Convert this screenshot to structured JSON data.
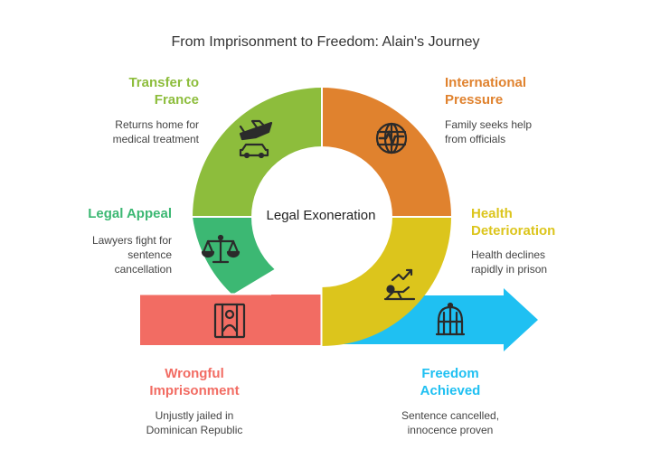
{
  "title": "From Imprisonment to Freedom: Alain's Journey",
  "center_label": "Legal Exoneration",
  "stages": {
    "transfer": {
      "title": "Transfer to France",
      "title_l1": "Transfer to",
      "title_l2": "France",
      "desc_l1": "Returns home for",
      "desc_l2": "medical treatment",
      "color": "#8dbd3c",
      "icon": "airplane-car-icon"
    },
    "pressure": {
      "title": "International Pressure",
      "title_l1": "International",
      "title_l2": "Pressure",
      "desc_l1": "Family seeks help",
      "desc_l2": "from officials",
      "color": "#e0822e",
      "icon": "globe-icon"
    },
    "appeal": {
      "title": "Legal Appeal",
      "desc_l1": "Lawyers fight for",
      "desc_l2": "sentence",
      "desc_l3": "cancellation",
      "color": "#3cb873",
      "icon": "scales-icon"
    },
    "health": {
      "title": "Health Deterioration",
      "title_l1": "Health",
      "title_l2": "Deterioration",
      "desc_l1": "Health declines",
      "desc_l2": "rapidly in prison",
      "color": "#dcc51c",
      "icon": "declining-health-icon"
    },
    "wrongful": {
      "title": "Wrongful Imprisonment",
      "title_l1": "Wrongful",
      "title_l2": "Imprisonment",
      "desc_l1": "Unjustly jailed in",
      "desc_l2": "Dominican Republic",
      "color": "#f26c63",
      "icon": "prisoner-icon"
    },
    "freedom": {
      "title": "Freedom Achieved",
      "title_l1": "Freedom",
      "title_l2": "Achieved",
      "desc_l1": "Sentence cancelled,",
      "desc_l2": "innocence proven",
      "color": "#1fc0f2",
      "icon": "birdcage-icon"
    }
  }
}
